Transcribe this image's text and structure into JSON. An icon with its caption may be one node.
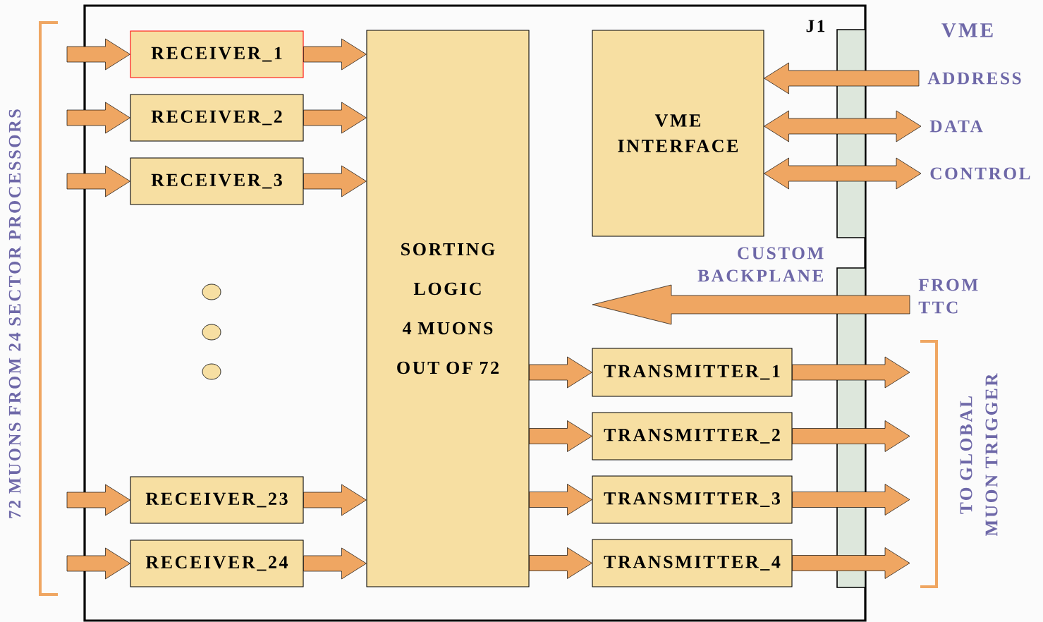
{
  "diagram": {
    "nodes": [
      {
        "text": [
          "RECEIVER_1"
        ]
      },
      {
        "text": [
          "RECEIVER_2"
        ]
      },
      {
        "text": [
          "RECEIVER_3"
        ]
      },
      {
        "text": [
          "RECEIVER_23"
        ]
      },
      {
        "text": [
          "RECEIVER_24"
        ]
      },
      {
        "text": [
          "SORTING LOGIC",
          "4 MUONS OUT OF 72"
        ]
      },
      {
        "text": [
          "VME INTERFACE"
        ]
      },
      {
        "text": [
          "TRANSMITTER_1"
        ]
      },
      {
        "text": [
          "TRANSMITTER_2"
        ]
      },
      {
        "text": [
          "TRANSMITTER_3"
        ]
      },
      {
        "text": [
          "TRANSMITTER_4"
        ]
      },
      {
        "text": [
          "J1"
        ]
      },
      {
        "text": [
          "CUSTOM BACKPLANE"
        ]
      },
      {
        "text": [
          "ADDRESS"
        ]
      },
      {
        "text": [
          "DATA"
        ]
      },
      {
        "text": [
          "CONTROL"
        ]
      },
      {
        "text": [
          "FROM TTC"
        ]
      }
    ],
    "edges": [
      {
        "from": null,
        "to": 0,
        "arrow": "to"
      },
      {
        "from": null,
        "to": 1,
        "arrow": "to"
      },
      {
        "from": null,
        "to": 2,
        "arrow": "to"
      },
      {
        "from": null,
        "to": 3,
        "arrow": "to"
      },
      {
        "from": null,
        "to": 4,
        "arrow": "to"
      },
      {
        "from": 0,
        "to": 5,
        "arrow": "to"
      },
      {
        "from": 1,
        "to": 5,
        "arrow": "to"
      },
      {
        "from": 2,
        "to": 5,
        "arrow": "to"
      },
      {
        "from": 3,
        "to": 5,
        "arrow": "to"
      },
      {
        "from": 4,
        "to": 5,
        "arrow": "to"
      },
      {
        "from": 5,
        "to": 7,
        "arrow": "to"
      },
      {
        "from": 5,
        "to": 8,
        "arrow": "to"
      },
      {
        "from": 5,
        "to": 9,
        "arrow": "to"
      },
      {
        "from": 5,
        "to": 10,
        "arrow": "to"
      },
      {
        "from": 7,
        "to": null,
        "arrow": "to"
      },
      {
        "from": 8,
        "to": null,
        "arrow": "to"
      },
      {
        "from": 9,
        "to": null,
        "arrow": "to"
      },
      {
        "from": 10,
        "to": null,
        "arrow": "to"
      },
      {
        "from": 13,
        "to": 6,
        "arrow": "to"
      },
      {
        "from": 14,
        "to": 6,
        "arrow": "both"
      },
      {
        "from": 15,
        "to": 6,
        "arrow": "both"
      },
      {
        "from": 16,
        "to": null,
        "arrow": "to"
      }
    ],
    "labels": [
      "VME",
      "72 MUONS FROM 24 SECTOR PROCESSORS",
      "TO GLOBAL MUON TRIGGER"
    ]
  }
}
